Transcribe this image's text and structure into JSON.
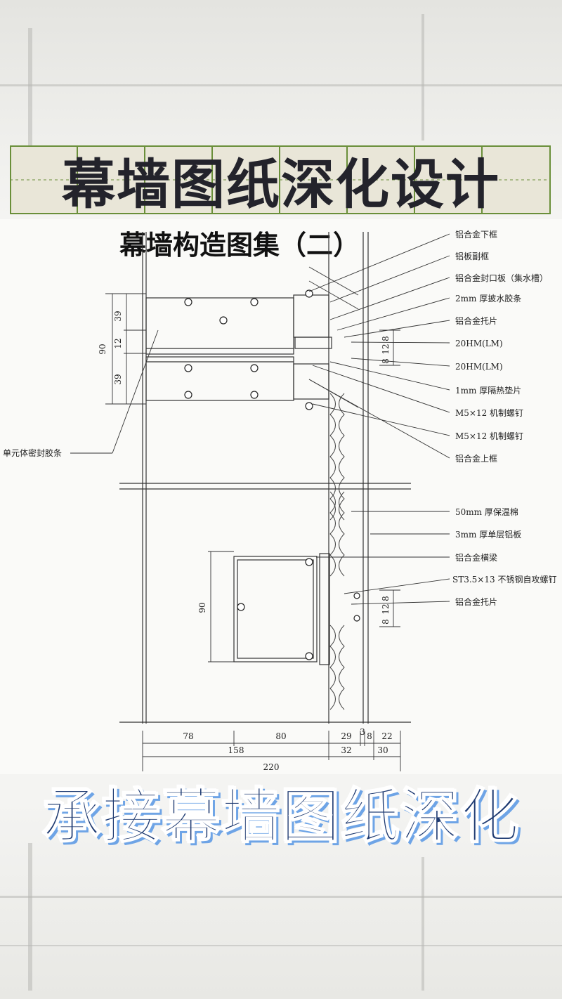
{
  "header": {
    "title": "幕墙图纸深化设计",
    "subtitle": "幕墙构造图集（二）"
  },
  "drawing": {
    "callouts": [
      "铝合金下框",
      "铝板副框",
      "铝合金封口板（集水槽）",
      "2mm 厚披水胶条",
      "铝合金托片",
      "20HM(LM)",
      "20HM(LM)",
      "1mm 厚隔热垫片",
      "M5×12 机制螺钉",
      "M5×12 机制螺钉",
      "铝合金上框",
      "50mm 厚保温棉",
      "3mm 厚单层铝板",
      "铝合金横梁",
      "ST3.5×13 不锈钢自攻螺钉",
      "铝合金托片"
    ],
    "left_callout": "单元体密封胶条",
    "dims_upper_left": [
      "39",
      "12",
      "39",
      "90"
    ],
    "dims_lower_left": [
      "90"
    ],
    "dims_upper_right": [
      "8",
      "12",
      "8"
    ],
    "dims_lower_right": [
      "8",
      "12",
      "8"
    ],
    "dims_bottom_row1": [
      "78",
      "80",
      "29",
      "3",
      "8",
      "22"
    ],
    "dims_bottom_row2": [
      "158",
      "32",
      "30"
    ],
    "dims_bottom_row3": [
      "220"
    ]
  },
  "footer": {
    "banner": "承接幕墙图纸深化"
  }
}
